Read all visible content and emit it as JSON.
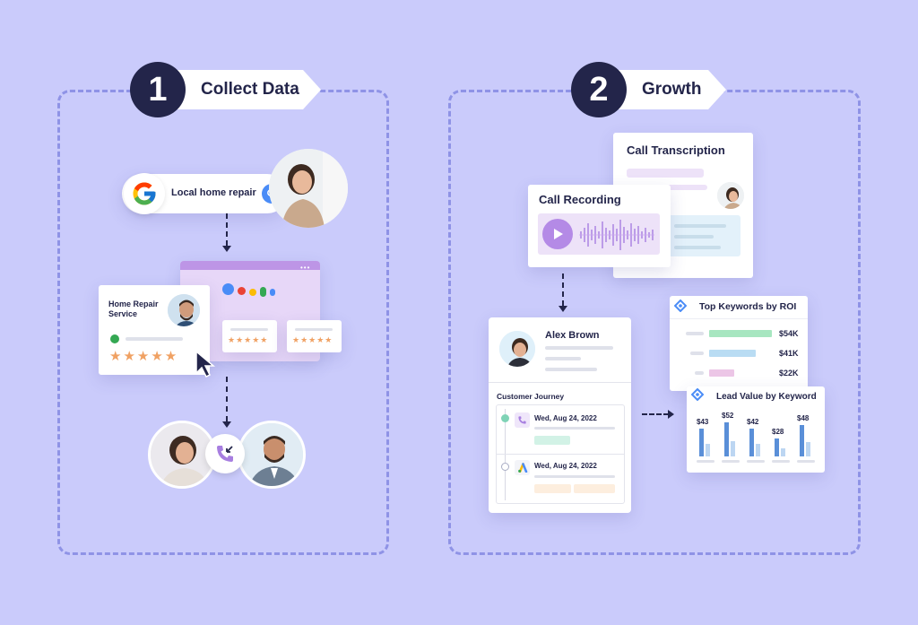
{
  "step1": {
    "number": "1",
    "title": "Collect Data"
  },
  "step2": {
    "number": "2",
    "title": "Growth"
  },
  "search": {
    "query": "Local home repair"
  },
  "listing": {
    "title": "Home Repair Service",
    "stars": "★★★★★",
    "mini_stars": "★★★★★"
  },
  "call_transcription": {
    "title": "Call Transcription"
  },
  "call_recording": {
    "title": "Call Recording"
  },
  "contact": {
    "name": "Alex Brown",
    "journey_label": "Customer Journey",
    "events": [
      {
        "date": "Wed, Aug 24, 2022"
      },
      {
        "date": "Wed, Aug 24, 2022"
      }
    ]
  },
  "top_keywords": {
    "title": "Top Keywords by ROI",
    "rows": [
      {
        "value": "$54K",
        "color": "#a7e6c0",
        "fill": 1.0
      },
      {
        "value": "$41K",
        "color": "#b9dcf3",
        "fill": 0.74
      },
      {
        "value": "$22K",
        "color": "#ecc6e6",
        "fill": 0.4
      }
    ]
  },
  "lead_value": {
    "title": "Lead Value by Keyword",
    "bars": [
      {
        "label": "$43",
        "value": 43
      },
      {
        "label": "$52",
        "value": 52
      },
      {
        "label": "$42",
        "value": 42
      },
      {
        "label": "$28",
        "value": 28
      },
      {
        "label": "$48",
        "value": 48
      }
    ]
  },
  "colors": {
    "background": "#cacbfb",
    "dark": "#23254a",
    "dash": "#8f93e6",
    "accent_purple": "#a77ee0",
    "bar_blue": "#5a8fd8"
  }
}
